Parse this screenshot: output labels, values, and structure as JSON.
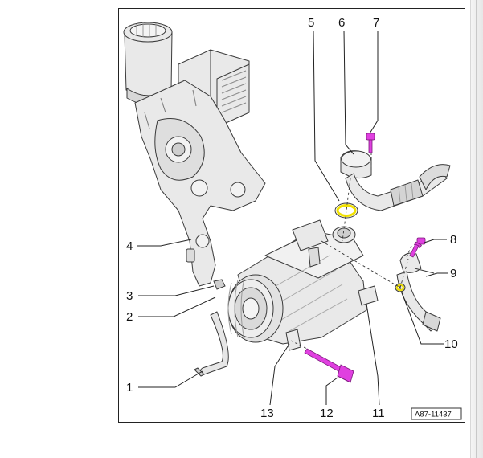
{
  "figure_id": "A87-11437",
  "callouts": [
    {
      "id": "c1",
      "label": "1"
    },
    {
      "id": "c2",
      "label": "2"
    },
    {
      "id": "c3",
      "label": "3"
    },
    {
      "id": "c4",
      "label": "4"
    },
    {
      "id": "c5",
      "label": "5"
    },
    {
      "id": "c6",
      "label": "6"
    },
    {
      "id": "c7",
      "label": "7"
    },
    {
      "id": "c8",
      "label": "8"
    },
    {
      "id": "c9",
      "label": "9"
    },
    {
      "id": "c10",
      "label": "10"
    },
    {
      "id": "c11",
      "label": "11"
    },
    {
      "id": "c12",
      "label": "12"
    },
    {
      "id": "c13",
      "label": "13"
    }
  ],
  "colors": {
    "part_fill": "#e9e9e9",
    "part_shadow": "#c9c9c9",
    "outline": "#3a3a3a",
    "bolt_highlight": "#e040e0",
    "seal_highlight": "#f0e000"
  }
}
